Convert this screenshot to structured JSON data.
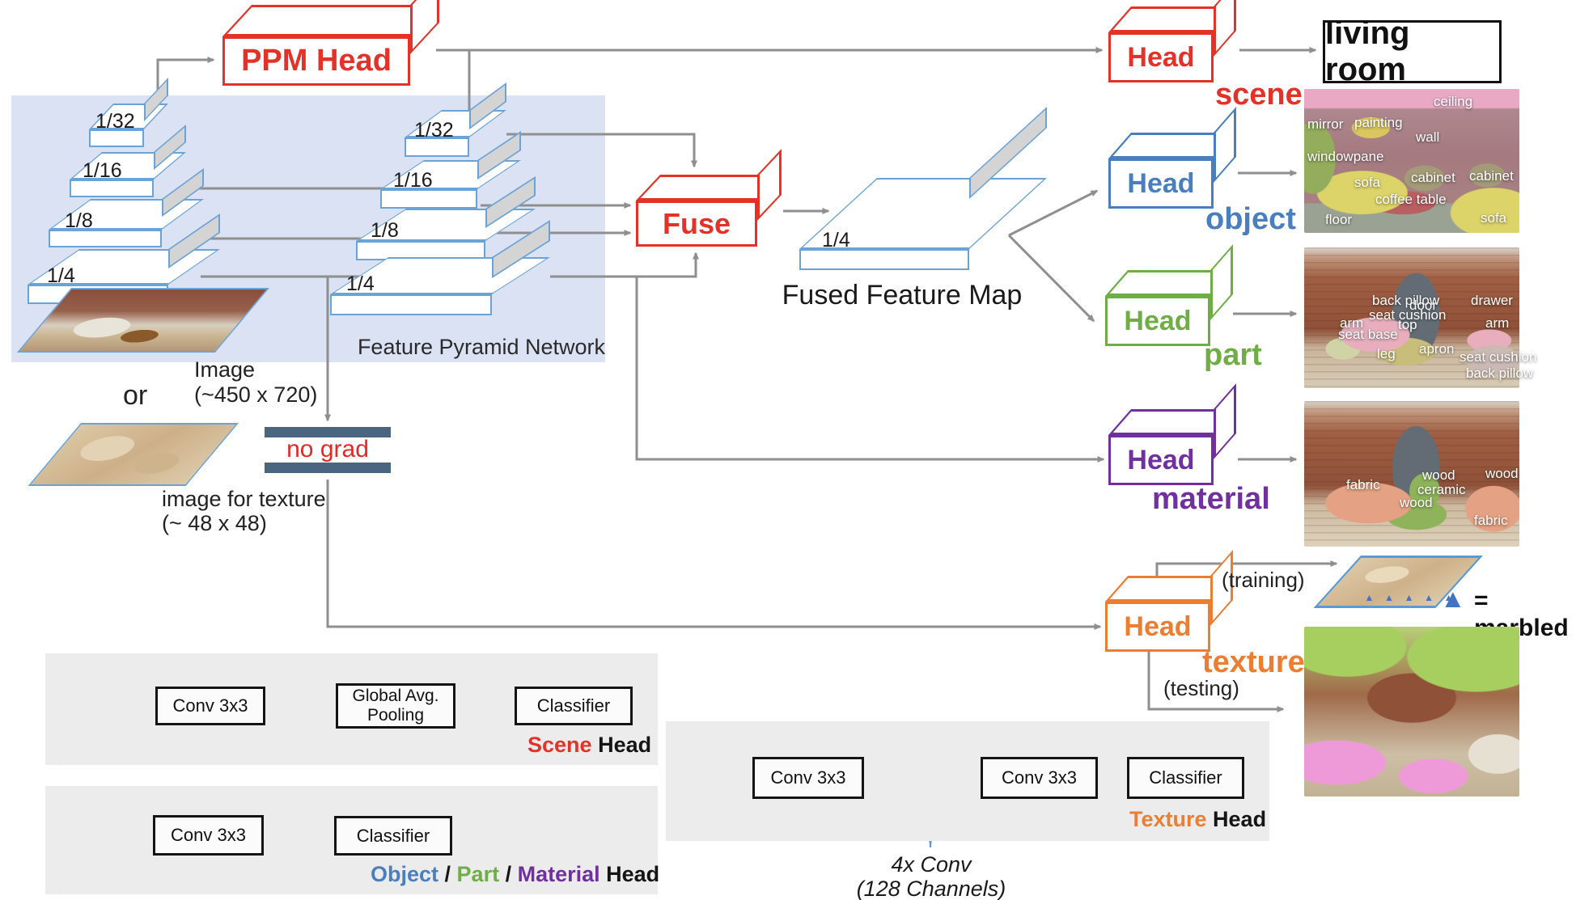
{
  "ppm_head": {
    "label": "PPM Head",
    "color": "#e53228"
  },
  "backbone": {
    "scales": [
      "1/32",
      "1/16",
      "1/8",
      "1/4"
    ]
  },
  "fpn": {
    "scales": [
      "1/32",
      "1/16",
      "1/8",
      "1/4"
    ],
    "caption": "Feature Pyramid Network"
  },
  "fuse": {
    "label": "Fuse",
    "color": "#e53228"
  },
  "fused_map": {
    "scale": "1/4",
    "caption": "Fused Feature Map"
  },
  "inputs": {
    "image_label": "Image",
    "image_size": "(~450 x 720)",
    "or_label": "or",
    "texture_image_label": "image for texture",
    "texture_image_size": "(~ 48 x 48)",
    "no_grad": "no grad"
  },
  "heads": {
    "scene": {
      "label": "Head",
      "tag": "scene",
      "color": "#e53228",
      "output": "living room"
    },
    "object": {
      "label": "Head",
      "tag": "object",
      "color": "#4a7ebf"
    },
    "part": {
      "label": "Head",
      "tag": "part",
      "color": "#6fae44"
    },
    "material": {
      "label": "Head",
      "tag": "material",
      "color": "#7030a0"
    },
    "texture": {
      "label": "Head",
      "tag": "texture",
      "color": "#ed7d31",
      "training": "(training)",
      "testing": "(testing)"
    }
  },
  "legend": {
    "icon": "▲",
    "text": "= marbled",
    "triangle_row": "▲  ▲  ▲  ▲  ▲"
  },
  "images": {
    "object_labels": [
      "ceiling",
      "mirror",
      "painting",
      "wall",
      "windowpane",
      "sofa",
      "cabinet",
      "cabinet",
      "coffee table",
      "floor",
      "sofa"
    ],
    "part_labels": [
      "back pillow",
      "door",
      "drawer",
      "seat cushion",
      "arm",
      "top",
      "arm",
      "seat base",
      "leg",
      "apron",
      "seat cushion",
      "back pillow"
    ],
    "material_labels": [
      "fabric",
      "wood",
      "ceramic",
      "wood",
      "wood",
      "fabric"
    ]
  },
  "panels": {
    "scene": {
      "conv": "Conv 3x3",
      "gap_line1": "Global Avg.",
      "gap_line2": "Pooling",
      "classifier": "Classifier",
      "caption_tag": "Scene",
      "caption_rest": " Head"
    },
    "opm": {
      "conv": "Conv 3x3",
      "classifier": "Classifier",
      "cap_object": "Object",
      "cap_sep1": " / ",
      "cap_part": "Part",
      "cap_sep2": " / ",
      "cap_material": "Material",
      "cap_rest": " Head"
    },
    "texture": {
      "conv1": "Conv 3x3",
      "conv2": "Conv 3x3",
      "classifier": "Classifier",
      "caption_tag": "Texture",
      "caption_rest": " Head",
      "brace_line1": "4x Conv",
      "brace_line2": "(128 Channels)"
    }
  }
}
